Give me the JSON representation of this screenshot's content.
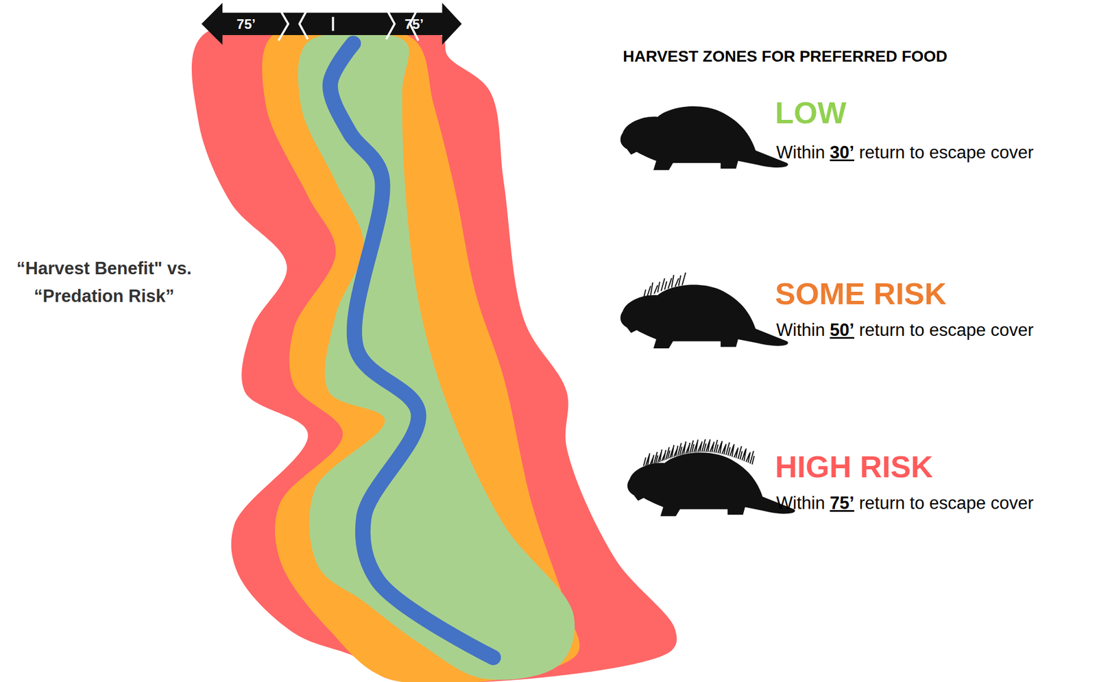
{
  "diagram": {
    "title": "HARVEST ZONES FOR PREFERRED FOOD",
    "labels": [
      "75’",
      "75’",
      "“Harvest Benefit\" vs. “Predation Risk”",
      "LOW",
      "Within 30’ return to escape cover",
      "SOME RISK",
      "Within 50’ return to escape cover",
      "HIGH RISK",
      "Within 75’ return to escape cover"
    ]
  }
}
